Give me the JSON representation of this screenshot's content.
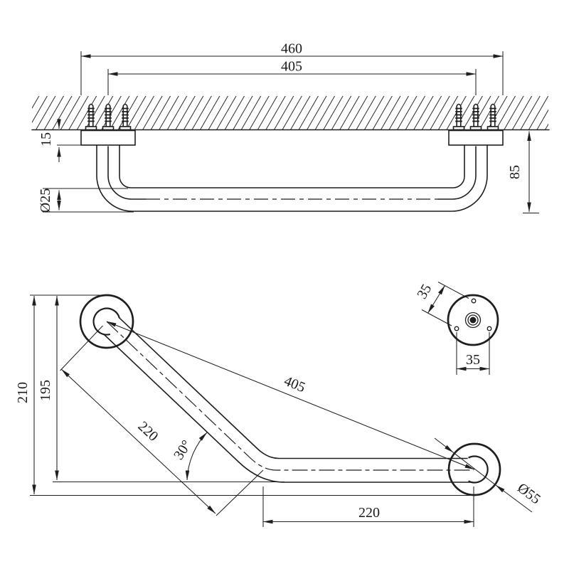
{
  "drawing": {
    "type": "technical-dimension-drawing",
    "subject": "angled grab bar with wall flanges",
    "front_view": {
      "overall_width": "460",
      "mount_centers": "405",
      "flange_depth": "15",
      "bar_diameter": "Ø25",
      "wall_clearance": "85"
    },
    "plan_view": {
      "overall_depth": "210",
      "bend_depth": "195",
      "incline_length": "220",
      "bend_angle": "30°",
      "centers_length": "405",
      "straight_length": "220",
      "flange_diameter": "Ø55"
    },
    "flange_detail": {
      "hole_pitch_diagonal": "35",
      "hole_pitch_horizontal": "35"
    },
    "colors": {
      "line": "#1f1f1f",
      "background": "#ffffff"
    }
  }
}
